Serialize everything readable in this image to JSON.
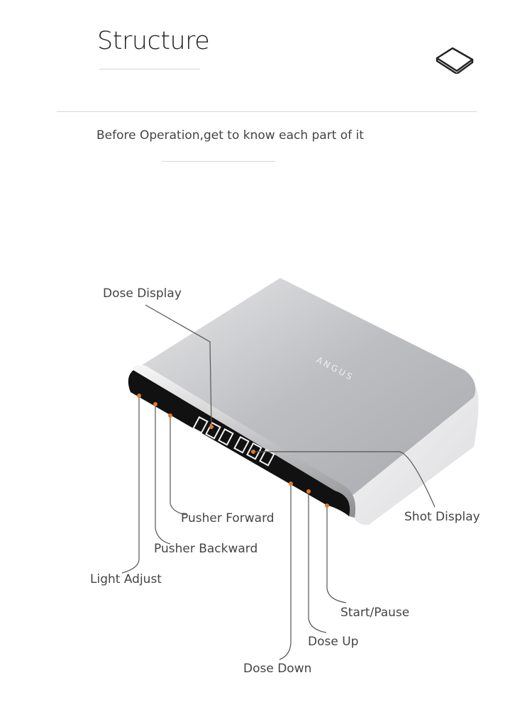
{
  "header": {
    "title": "Structure",
    "subtitle": "Before Operation,get to know each part of it",
    "icon": "device-outline-icon"
  },
  "device": {
    "brand": "ANGUS",
    "accent_color": "#e07a2a"
  },
  "callouts": {
    "dose_display": "Dose Display",
    "shot_display": "Shot Display",
    "pusher_forward": "Pusher Forward",
    "pusher_backward": "Pusher Backward",
    "light_adjust": "Light Adjust",
    "start_pause": "Start/Pause",
    "dose_up": "Dose Up",
    "dose_down": "Dose Down"
  }
}
